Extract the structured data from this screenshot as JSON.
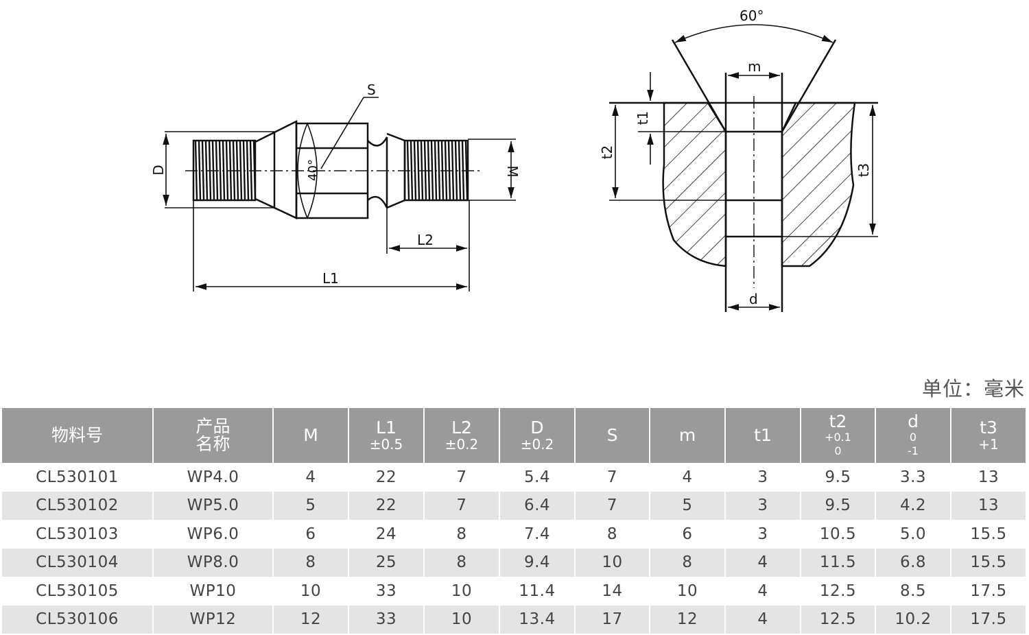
{
  "drawing": {
    "left_labels": {
      "s": "S",
      "d": "D",
      "angle": "40°",
      "m": "M",
      "l1": "L1",
      "l2": "L2"
    },
    "right_labels": {
      "angle": "60°",
      "m": "m",
      "t1": "t1",
      "t2": "t2",
      "t3": "t3",
      "d": "d"
    }
  },
  "unit_label": "单位：毫米",
  "table": {
    "headers": [
      {
        "main": "物料号",
        "tol": ""
      },
      {
        "main": "产品\n名称",
        "tol": ""
      },
      {
        "main": "M",
        "tol": ""
      },
      {
        "main": "L1",
        "tol": "±0.5"
      },
      {
        "main": "L2",
        "tol": "±0.2"
      },
      {
        "main": "D",
        "tol": "±0.2"
      },
      {
        "main": "S",
        "tol": ""
      },
      {
        "main": "m",
        "tol": ""
      },
      {
        "main": "t1",
        "tol": ""
      },
      {
        "main": "t2",
        "tol_upper": "+0.1",
        "tol_lower": "0"
      },
      {
        "main": "d",
        "tol_upper": "0",
        "tol_lower": "-1"
      },
      {
        "main": "t3",
        "tol": "+1"
      }
    ],
    "rows": [
      [
        "CL530101",
        "WP4.0",
        "4",
        "22",
        "7",
        "5.4",
        "7",
        "4",
        "3",
        "9.5",
        "3.3",
        "13"
      ],
      [
        "CL530102",
        "WP5.0",
        "5",
        "22",
        "7",
        "6.4",
        "7",
        "5",
        "3",
        "9.5",
        "4.2",
        "13"
      ],
      [
        "CL530103",
        "WP6.0",
        "6",
        "24",
        "8",
        "7.4",
        "8",
        "6",
        "3",
        "10.5",
        "5.0",
        "15.5"
      ],
      [
        "CL530104",
        "WP8.0",
        "8",
        "25",
        "8",
        "9.4",
        "10",
        "8",
        "4",
        "11.5",
        "6.8",
        "15.5"
      ],
      [
        "CL530105",
        "WP10",
        "10",
        "33",
        "10",
        "11.4",
        "14",
        "10",
        "4",
        "12.5",
        "8.5",
        "17.5"
      ],
      [
        "CL530106",
        "WP12",
        "12",
        "33",
        "10",
        "13.4",
        "17",
        "12",
        "4",
        "12.5",
        "10.2",
        "17.5"
      ]
    ]
  }
}
